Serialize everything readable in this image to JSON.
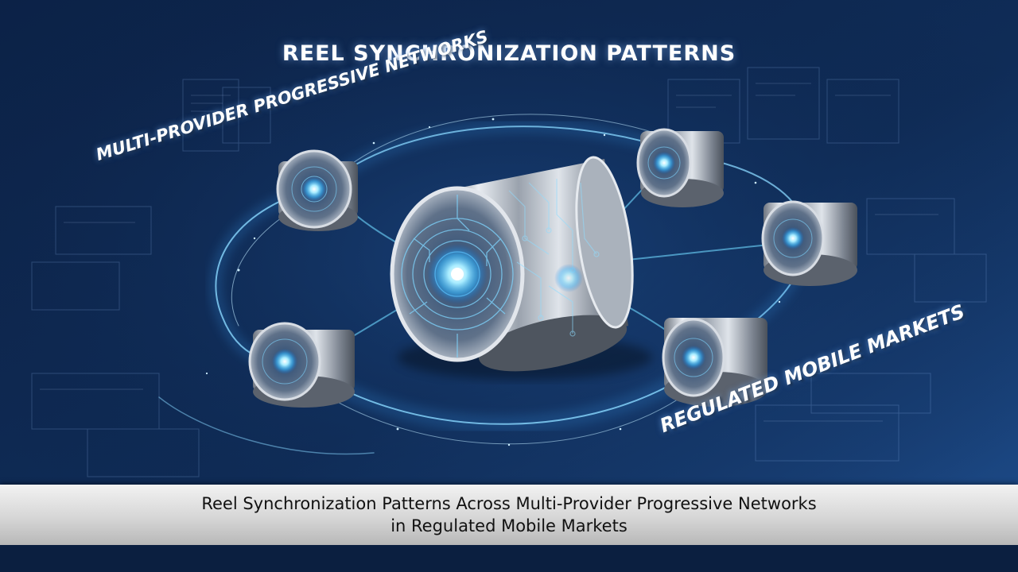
{
  "image": {
    "title": "REEL SYNCHRONIZATION PATTERNS",
    "left_label": "MULTI-PROVIDER PROGRESSIVE NETWORKS",
    "right_label": "REGULATED MOBILE MARKETS",
    "caption": {
      "line1": "Reel Synchronization Patterns Across Multi-Provider Progressive Networks",
      "line2": "in Regulated Mobile Markets"
    }
  },
  "colors": {
    "background_dark": "#0a1c3c",
    "background_light": "#1e4d8c",
    "glow": "#6fd8ff",
    "metal": "#c9ced6",
    "caption_band": "#d6d6d6",
    "caption_text": "#111111"
  }
}
